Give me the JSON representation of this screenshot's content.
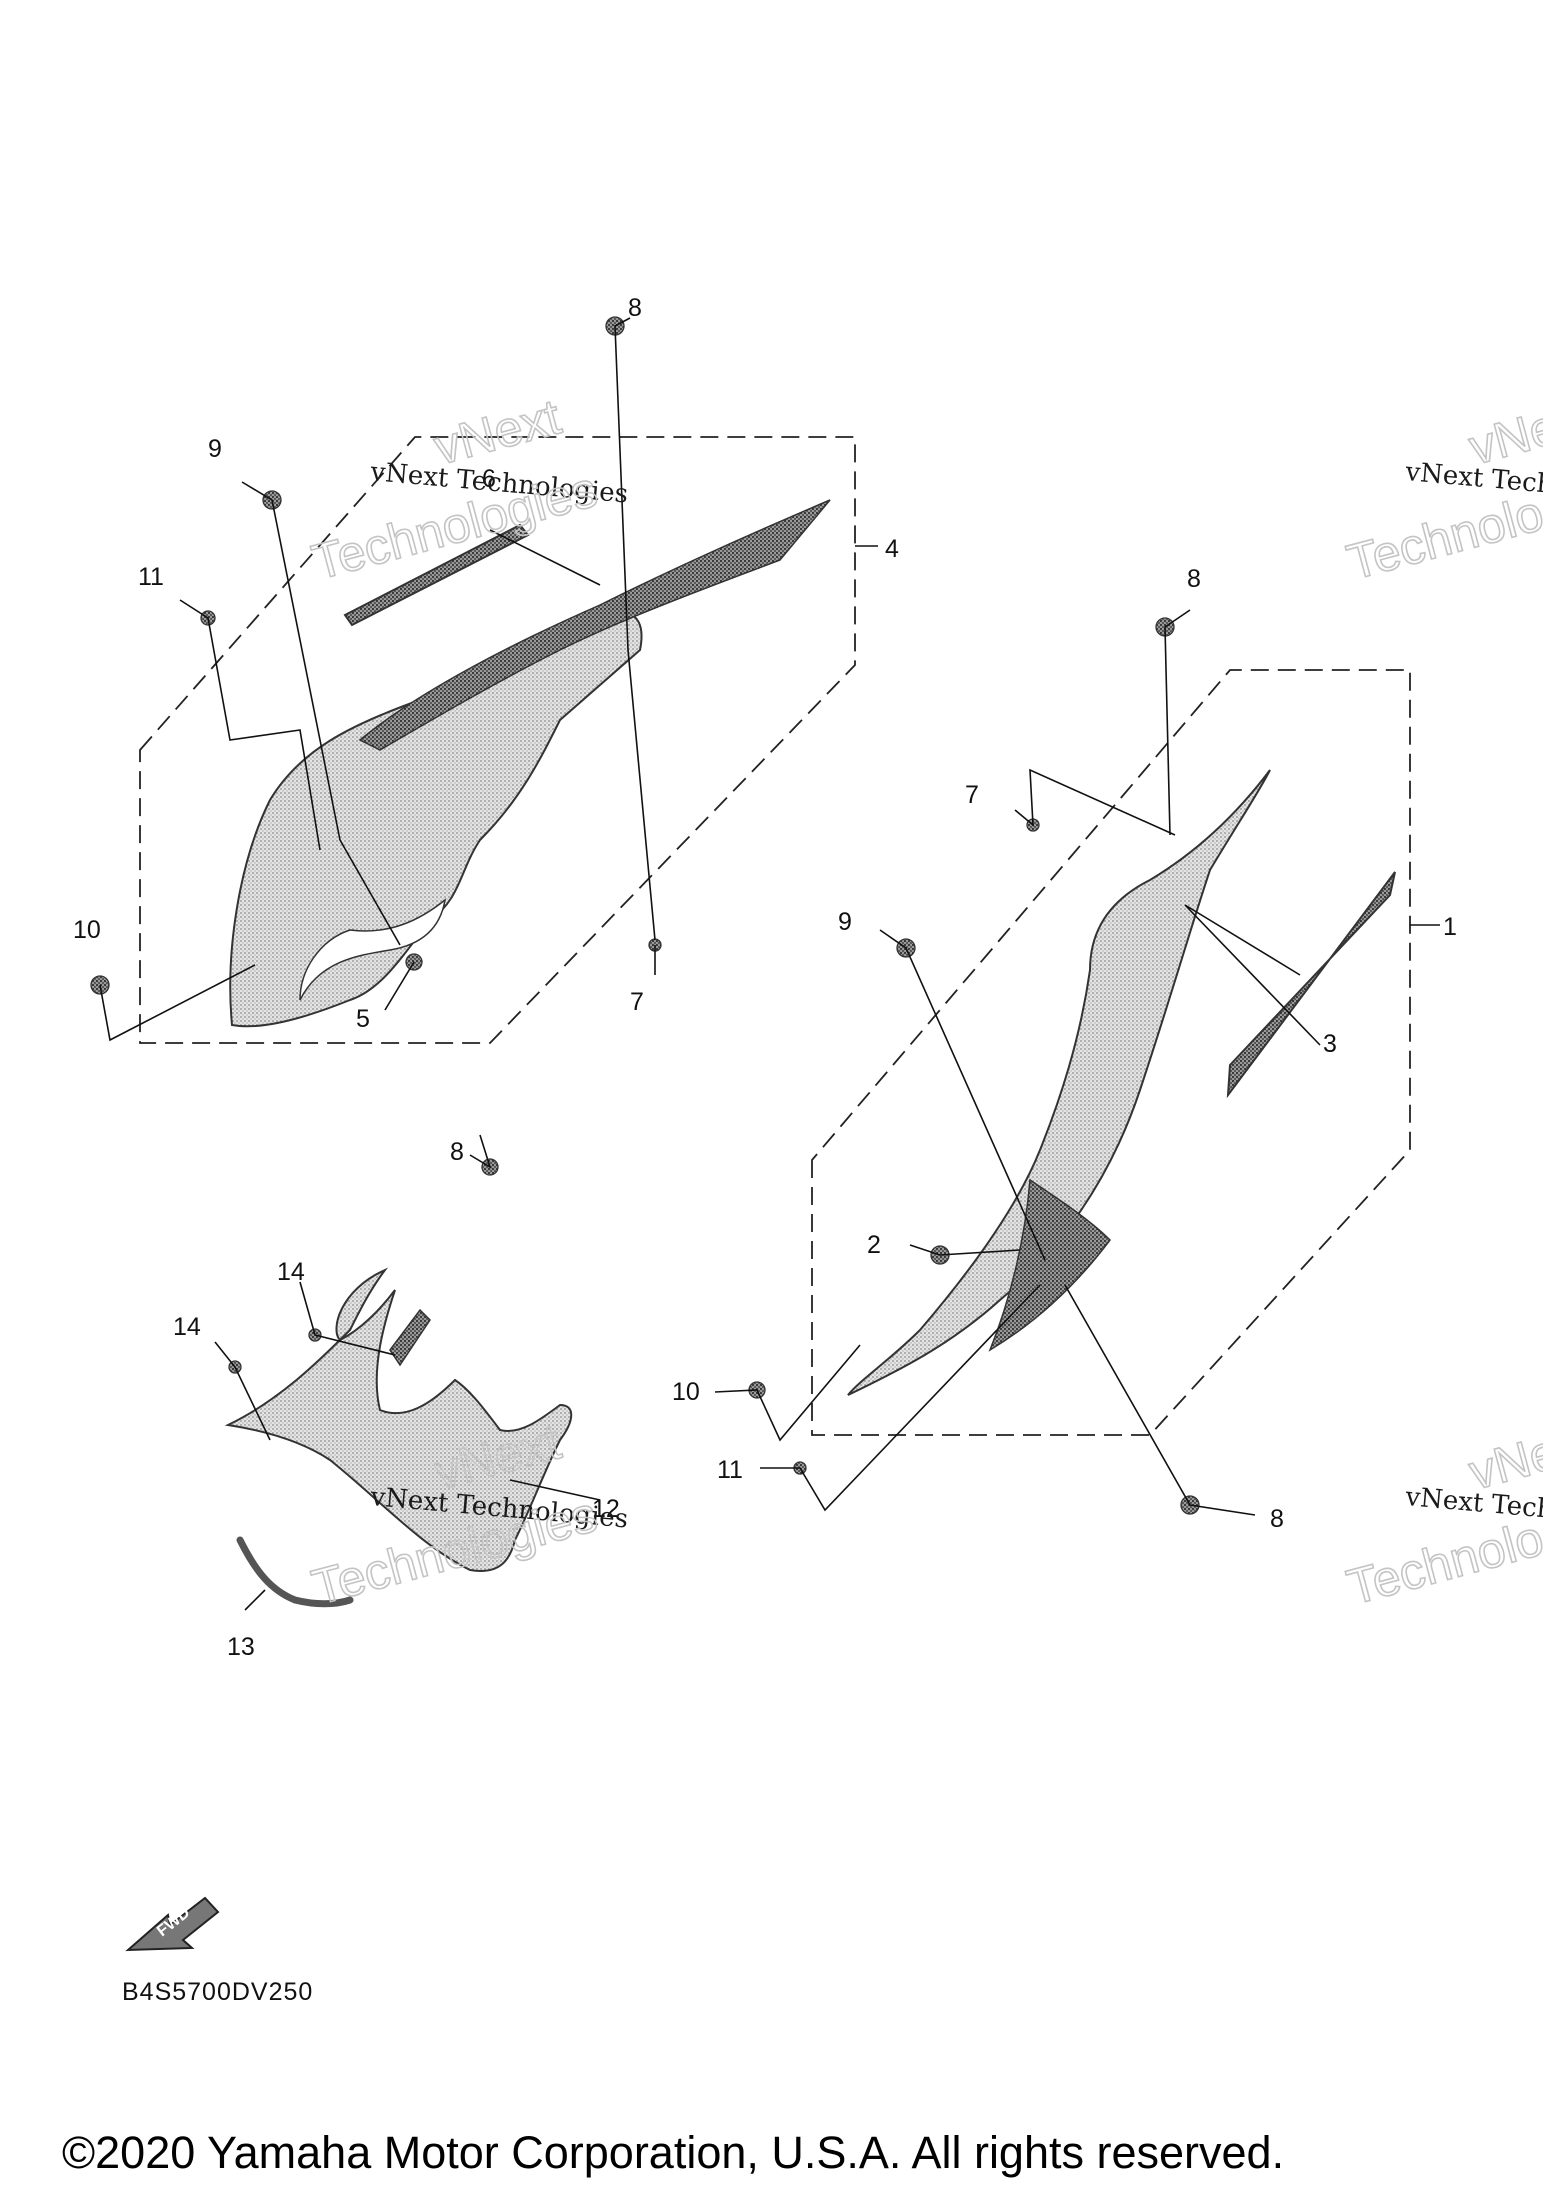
{
  "diagram_code": "B4S5700DV250",
  "copyright": "©2020 Yamaha Motor Corporation, U.S.A. All rights reserved.",
  "fwd_label": "FWD",
  "watermark": {
    "small": "vNext Technologies",
    "big_line1": "vNext",
    "big_line2": "Technologies"
  },
  "callouts": [
    "1",
    "2",
    "3",
    "4",
    "5",
    "6",
    "7",
    "8",
    "9",
    "10",
    "11",
    "12",
    "13",
    "14"
  ],
  "colors": {
    "line": "#111111",
    "part_fill": "#d6d6d6",
    "part_dark": "#7a7a7a",
    "watermark": "#c4c4c4"
  }
}
